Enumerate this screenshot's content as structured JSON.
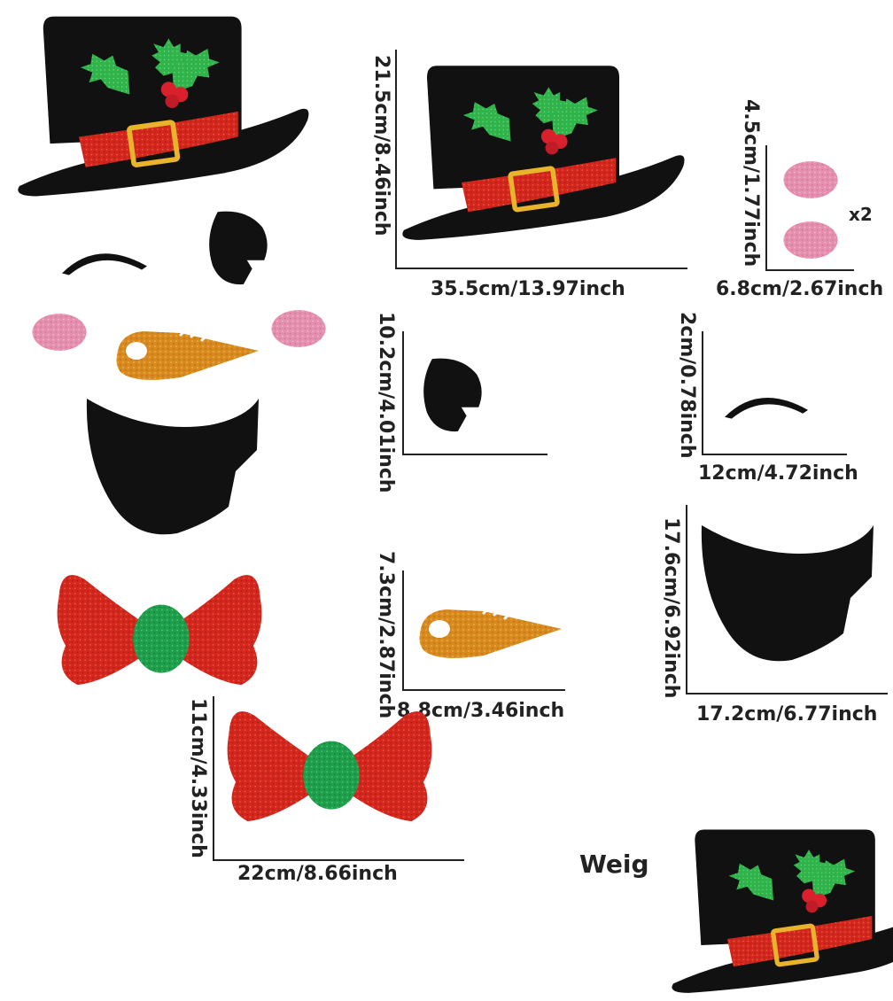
{
  "colors": {
    "hat": "#111111",
    "band": "#d52a1e",
    "buckle": "#e9b42b",
    "holly": "#2fb34a",
    "berry": "#d8212d",
    "cheek": "#e58fae",
    "carrot": "#d98a1f",
    "bow": "#d3261c",
    "bow_knot": "#1f9e4c"
  },
  "icons": [
    "top-hat-icon",
    "eye-icon",
    "eyebrow-icon",
    "cheek-icon",
    "carrot-nose-icon",
    "mouth-icon",
    "bow-tie-icon"
  ],
  "pieces": {
    "hat": {
      "width": "35.5cm/13.97inch",
      "height": "21.5cm/8.46inch"
    },
    "cheek": {
      "width": "6.8cm/2.67inch",
      "height": "4.5cm/1.77inch",
      "quantity": "x2"
    },
    "eye": {
      "height": "10.2cm/4.01inch"
    },
    "eyebrow": {
      "width": "12cm/4.72inch",
      "height": "2cm/0.78inch"
    },
    "nose": {
      "width": "8.8cm/3.46inch",
      "height": "7.3cm/2.87inch"
    },
    "mouth": {
      "width": "17.2cm/6.77inch",
      "height": "17.6cm/6.92inch"
    },
    "bow": {
      "width": "22cm/8.66inch",
      "height": "11cm/4.33inch"
    }
  },
  "footer_text": "Weig"
}
